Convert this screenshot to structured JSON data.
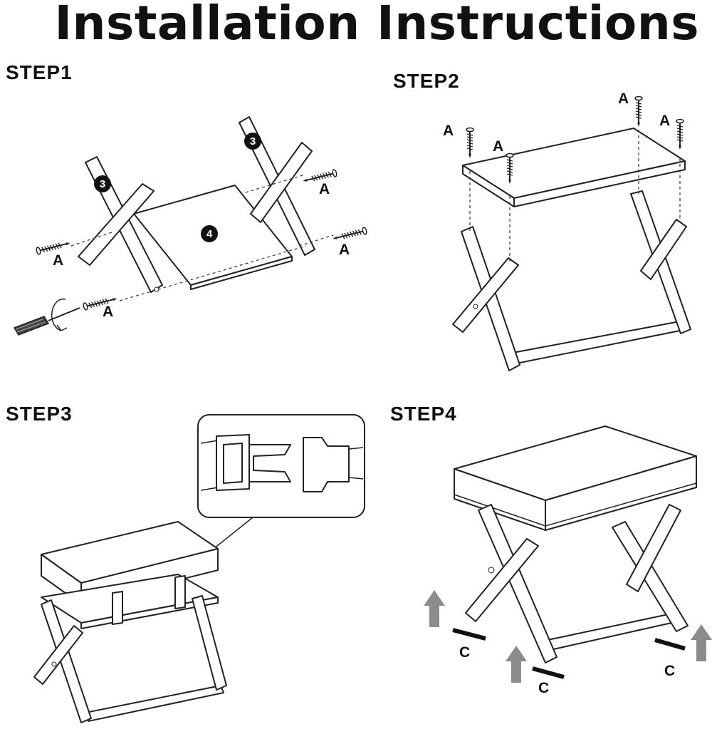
{
  "title": "Installation Instructions",
  "steps": [
    {
      "label": "STEP1",
      "part_numbers": [
        "3",
        "3",
        "4"
      ],
      "screw_labels": [
        "A",
        "A",
        "A",
        "A"
      ]
    },
    {
      "label": "STEP2",
      "screw_labels": [
        "A",
        "A",
        "A",
        "A"
      ]
    },
    {
      "label": "STEP3"
    },
    {
      "label": "STEP4",
      "clip_labels": [
        "C",
        "C",
        "C"
      ]
    }
  ],
  "colors": {
    "line": "#222222",
    "arrow": "#8c8c8c",
    "background": "#ffffff"
  },
  "icons": [
    "screw-icon",
    "screwdriver-icon",
    "buckle-icon",
    "up-arrow-icon"
  ]
}
